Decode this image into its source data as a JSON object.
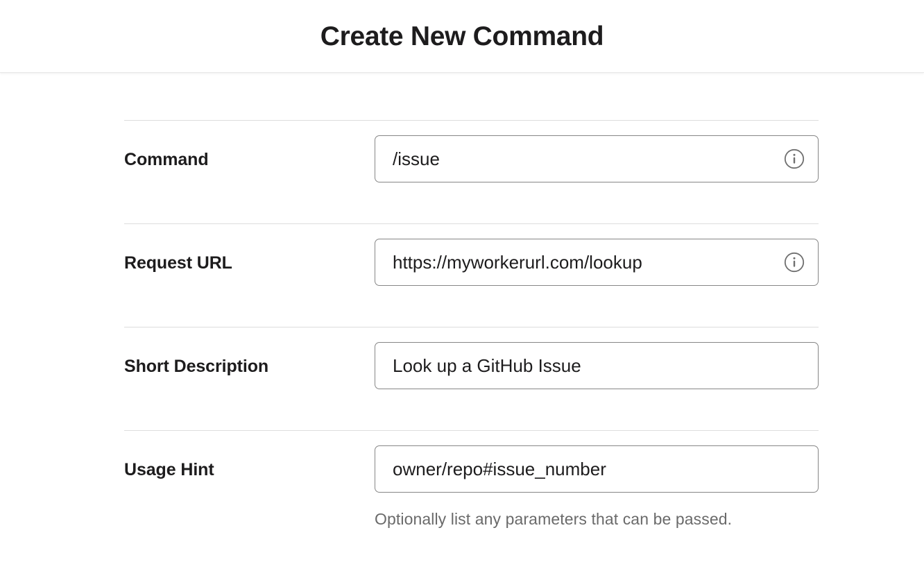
{
  "header": {
    "title": "Create New Command"
  },
  "colors": {
    "text_primary": "#1d1c1d",
    "text_muted": "#6a6a6a",
    "input_border": "#868686",
    "divider": "#dddddd",
    "background": "#ffffff"
  },
  "form": {
    "rows": [
      {
        "label": "Command",
        "value": "/issue",
        "placeholder": "",
        "has_info_icon": true,
        "info_icon": "info-circle-icon",
        "help": ""
      },
      {
        "label": "Request URL",
        "value": "https://myworkerurl.com/lookup",
        "placeholder": "",
        "has_info_icon": true,
        "info_icon": "info-circle-icon",
        "help": ""
      },
      {
        "label": "Short Description",
        "value": "Look up a GitHub Issue",
        "placeholder": "",
        "has_info_icon": false,
        "info_icon": "",
        "help": ""
      },
      {
        "label": "Usage Hint",
        "value": "owner/repo#issue_number",
        "placeholder": "",
        "has_info_icon": false,
        "info_icon": "",
        "help": "Optionally list any parameters that can be passed."
      }
    ]
  }
}
